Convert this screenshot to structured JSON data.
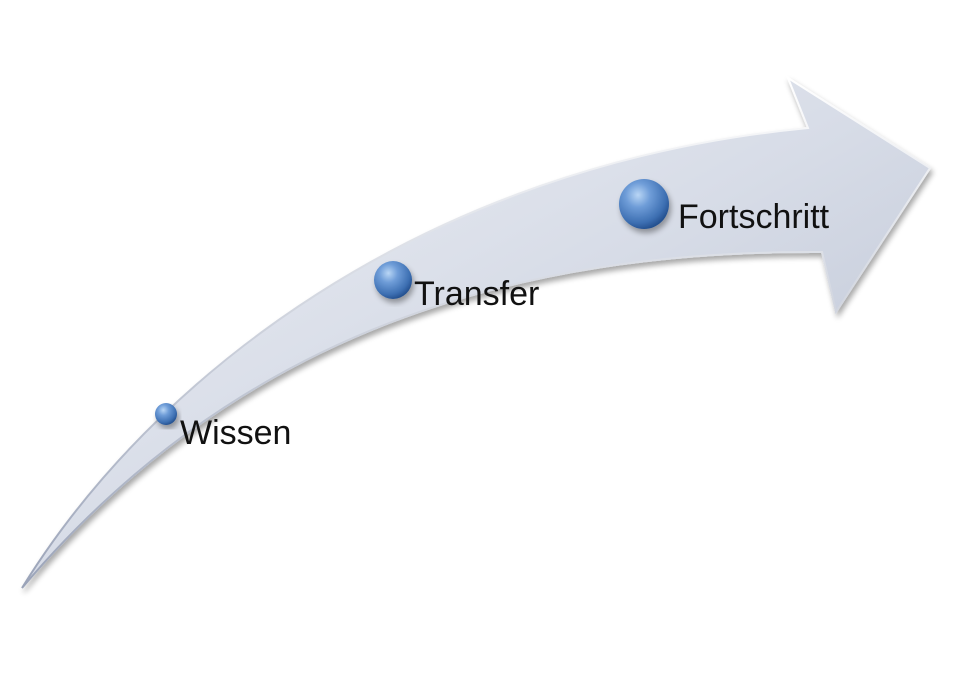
{
  "colors": {
    "arrow_light": "#f0f2f7",
    "arrow_mid": "#c9cfdc",
    "arrow_dark": "#a9b1c4",
    "sphere_light": "#9cc3ee",
    "sphere_mid": "#4d7fc0",
    "sphere_dark": "#24508f",
    "label": "#111111"
  },
  "stages": [
    {
      "label": "Wissen"
    },
    {
      "label": "Transfer"
    },
    {
      "label": "Fortschritt"
    }
  ]
}
